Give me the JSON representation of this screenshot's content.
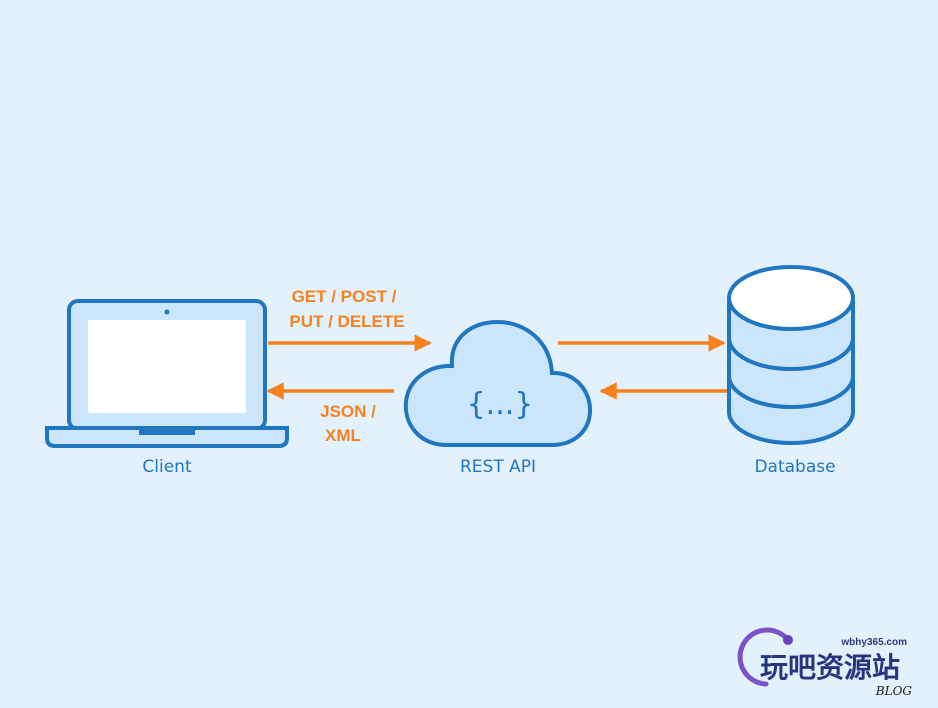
{
  "nodes": {
    "client": {
      "label": "Client"
    },
    "api": {
      "label": "REST API",
      "symbol": "{...}"
    },
    "database": {
      "label": "Database"
    }
  },
  "edges": {
    "request": {
      "line1": "GET / POST /",
      "line2": "PUT / DELETE"
    },
    "response": {
      "line1": "JSON /",
      "line2": "XML"
    }
  },
  "watermark": {
    "domain": "wbhy365.com",
    "title": "玩吧资源站",
    "blog": "BLOG"
  },
  "colors": {
    "background": "#e3f1fc",
    "outline": "#2176c1",
    "fill": "#cbe5fa",
    "arrow": "#f5821f"
  }
}
